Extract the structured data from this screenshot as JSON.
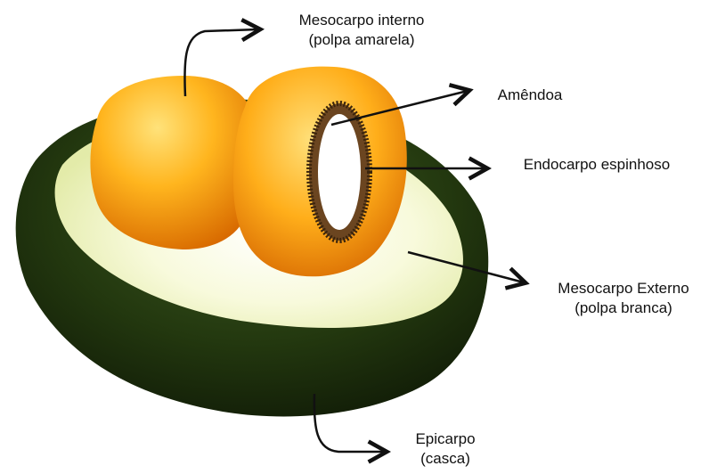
{
  "labels": {
    "mesocarpo_interno": {
      "line1": "Mesocarpo interno",
      "line2": "(polpa amarela)"
    },
    "amendoa": {
      "line1": "Amêndoa"
    },
    "endocarpo": {
      "line1": "Endocarpo espinhoso"
    },
    "mesocarpo_externo": {
      "line1": "Mesocarpo Externo",
      "line2": "(polpa branca)"
    },
    "epicarpo": {
      "line1": "Epicarpo",
      "line2": "(casca)"
    }
  },
  "colors": {
    "peel_dark": "#1b2e0f",
    "peel_mid": "#2f4a1a",
    "white_pulp": "#f6f8d6",
    "yellow_pulp_light": "#ffd24a",
    "yellow_pulp_dark": "#e07a00",
    "seed": "#ffffff",
    "endocarp_spines": "#5a3a1a",
    "arrow": "#111111"
  }
}
